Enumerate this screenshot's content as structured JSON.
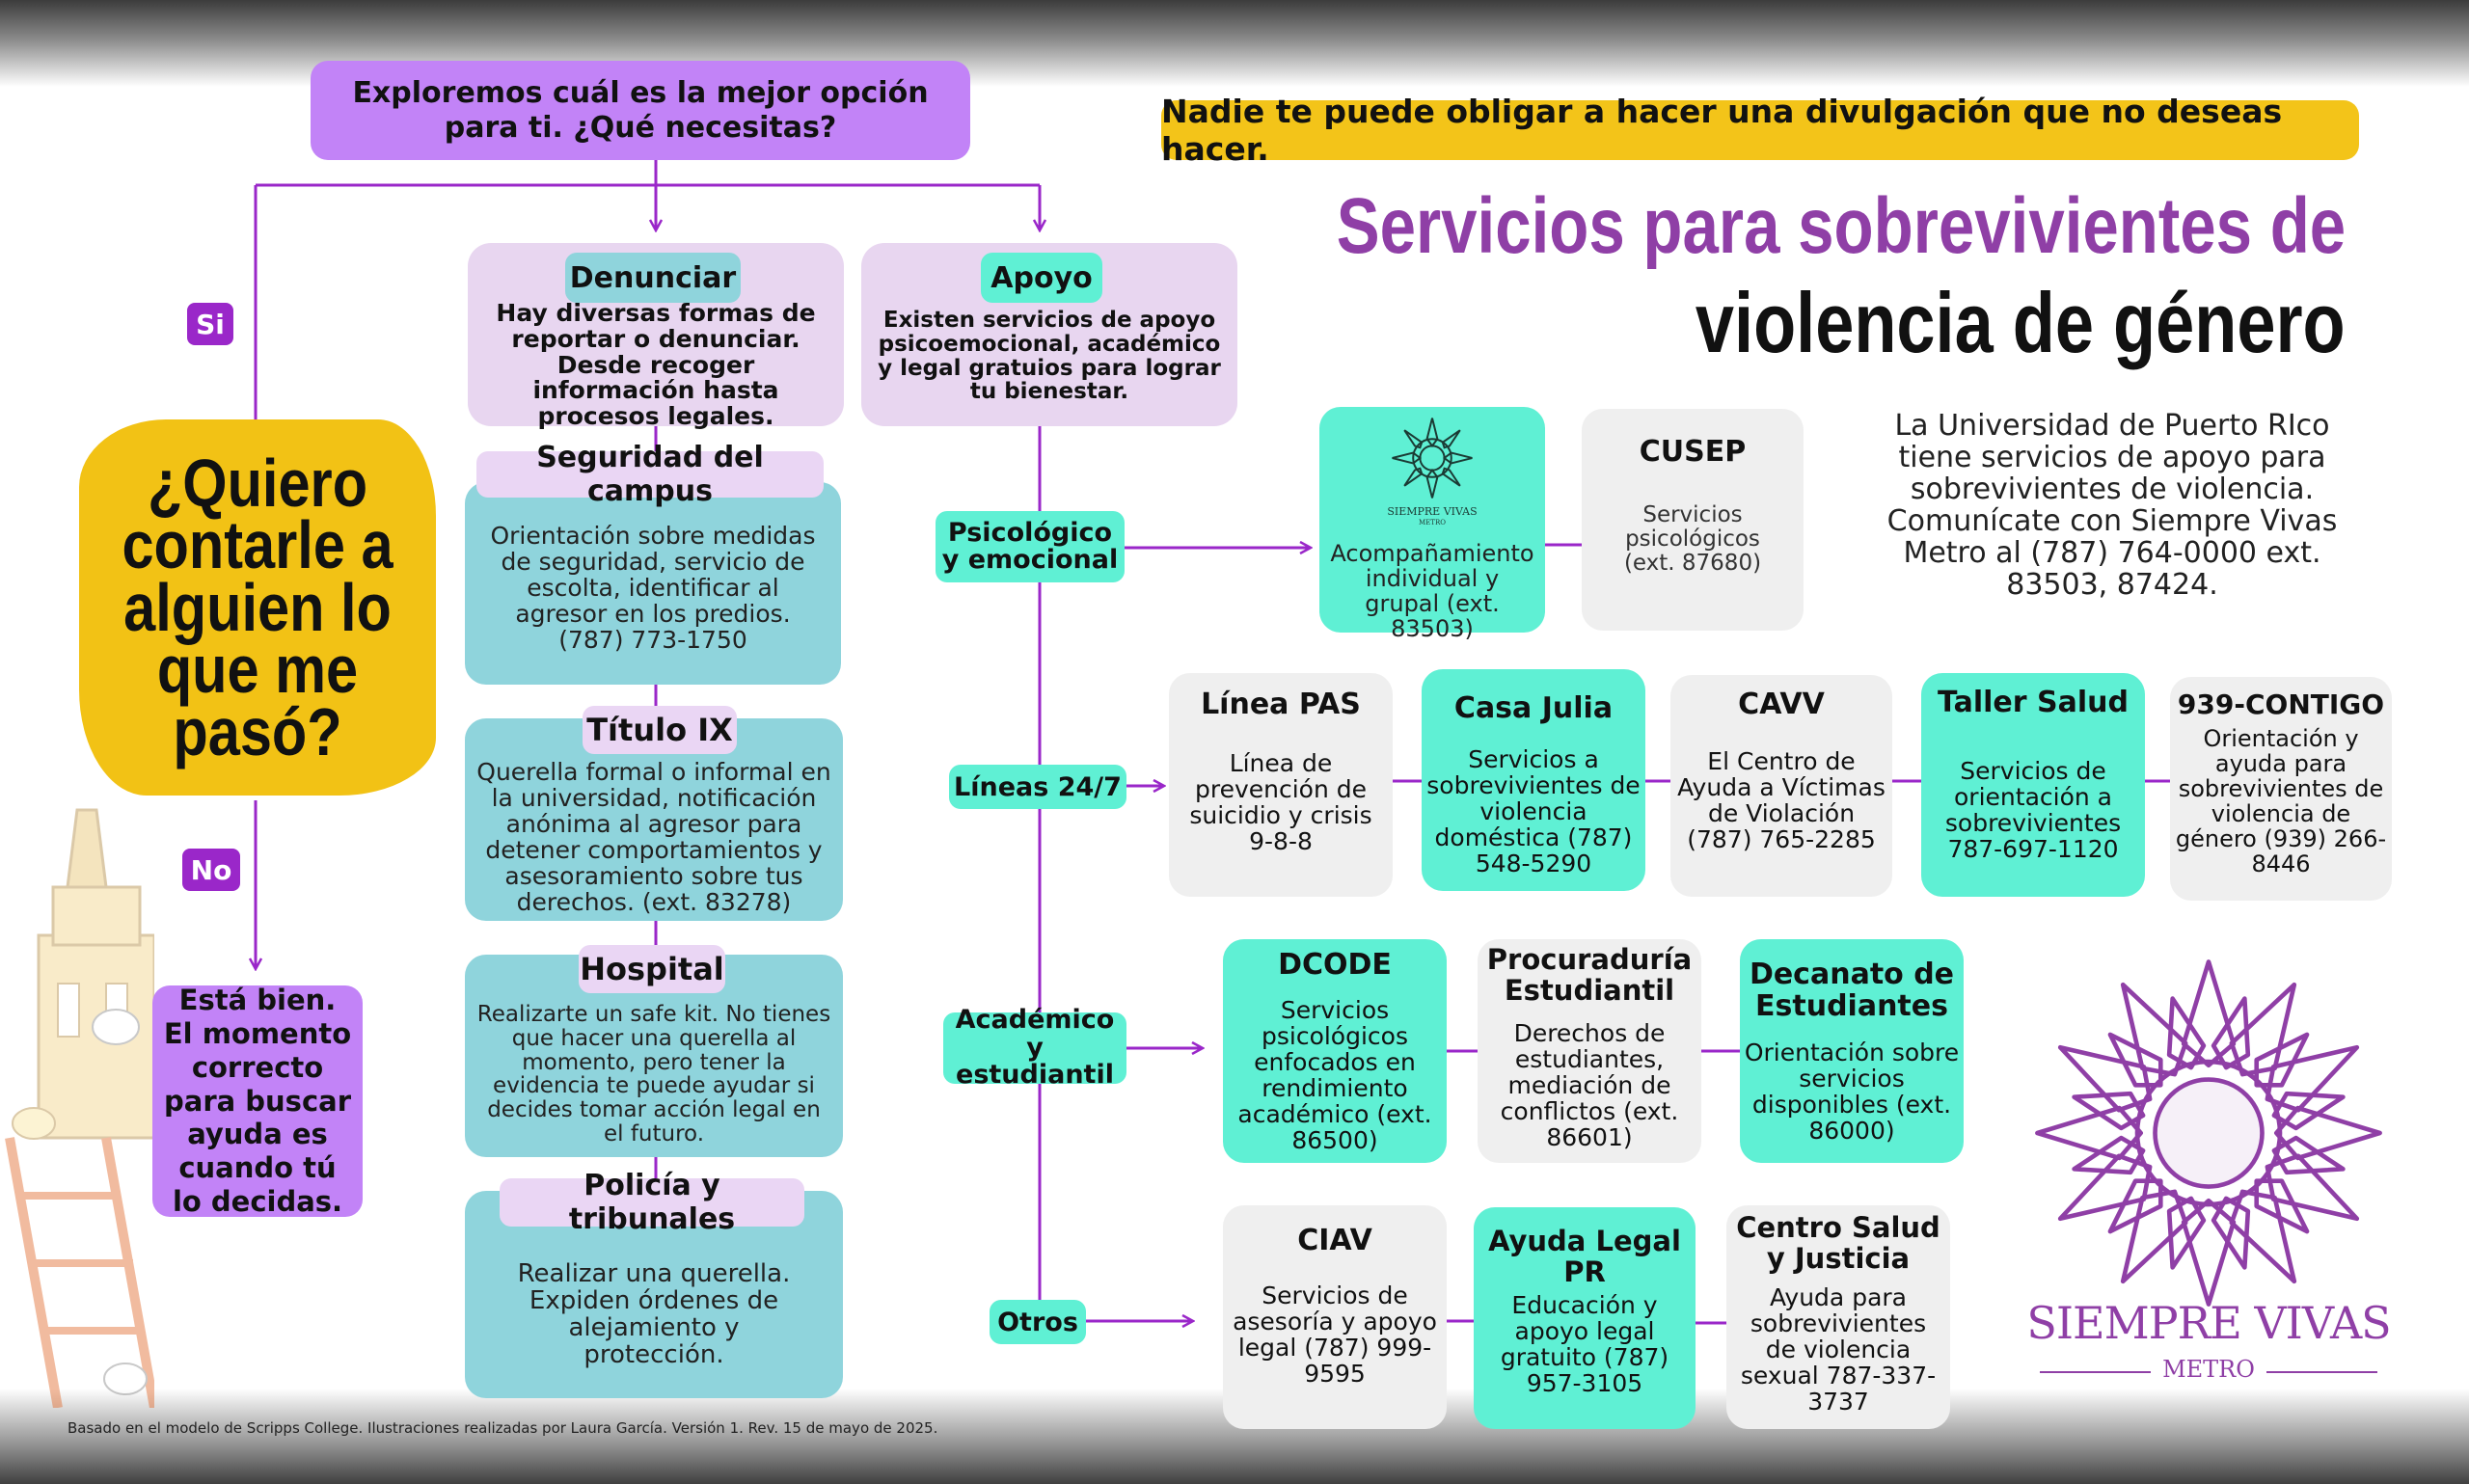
{
  "header": {
    "question_box": "Exploremos cuál es la mejor opción para ti. ¿Qué necesitas?",
    "banner": "Nadie te puede obligar a hacer una divulgación que no deseas hacer.",
    "title_line1": "Servicios para sobrevivientes de",
    "title_line2": "violencia de género"
  },
  "left": {
    "question": "¿Quiero contarle a alguien lo que me pasó?",
    "yes_tag": "Si",
    "no_tag": "No",
    "no_answer": "Está bien. El momento correcto para buscar ayuda es cuando tú lo decidas."
  },
  "denunciar": {
    "label": "Denunciar",
    "body": "Hay diversas formas de reportar o denunciar. Desde recoger información hasta procesos legales.",
    "items": [
      {
        "title": "Seguridad del campus",
        "body": "Orientación sobre medidas de seguridad, servicio de escolta, identificar al agresor en los predios. (787) 773-1750"
      },
      {
        "title": "Título IX",
        "body": "Querella formal o informal en la universidad, notificación anónima  al agresor para detener comportamientos y asesoramiento sobre tus derechos. (ext. 83278)"
      },
      {
        "title": "Hospital",
        "body": "Realizarte un safe kit. No tienes que hacer una querella al momento, pero tener la evidencia te puede ayudar si decides tomar acción legal en el futuro."
      },
      {
        "title": "Policía y tribunales",
        "body": "Realizar una querella. Expiden órdenes de alejamiento y protección."
      }
    ]
  },
  "apoyo": {
    "label": "Apoyo",
    "body": "Existen servicios de apoyo psicoemocional, académico y legal gratuios para lograr tu bienestar.",
    "categories": [
      "Psicológico y emocional",
      "Líneas 24/7",
      "Académico y estudiantil",
      "Otros"
    ]
  },
  "psicologico": [
    {
      "title": "",
      "logo_text": "SIEMPRE VIVAS",
      "logo_sub": "METRO",
      "body": "Acompañamiento individual y grupal (ext. 83503)"
    },
    {
      "title": "CUSEP",
      "body": "Servicios psicológicos (ext. 87680)"
    }
  ],
  "info_text": "La Universidad de Puerto RIco tiene servicios de apoyo para sobrevivientes de violencia. Comunícate con Siempre Vivas Metro al (787) 764-0000 ext. 83503, 87424.",
  "lineas": [
    {
      "title": "Línea PAS",
      "body": "Línea de prevención de suicidio y crisis 9-8-8"
    },
    {
      "title": "Casa Julia",
      "body": "Servicios a sobrevivientes de violencia doméstica (787) 548-5290"
    },
    {
      "title": "CAVV",
      "body": "El Centro de Ayuda a Víctimas de Violación (787) 765-2285"
    },
    {
      "title": "Taller Salud",
      "body": "Servicios de orientación a sobrevivientes 787-697-1120"
    },
    {
      "title": "939-CONTIGO",
      "body": "Orientación y ayuda para sobrevivientes de violencia de género (939) 266-8446"
    }
  ],
  "academico": [
    {
      "title": "DCODE",
      "body": "Servicios psicológicos enfocados en rendimiento académico (ext. 86500)"
    },
    {
      "title": "Procuraduría Estudiantil",
      "body": "Derechos de estudiantes, mediación de conflictos (ext. 86601)"
    },
    {
      "title": "Decanato de Estudiantes",
      "body": "Orientación sobre servicios disponibles (ext. 86000)"
    }
  ],
  "otros": [
    {
      "title": "CIAV",
      "body": "Servicios de asesoría y apoyo legal (787) 999-9595"
    },
    {
      "title": "Ayuda Legal PR",
      "body": "Educación y apoyo legal gratuito (787) 957-3105"
    },
    {
      "title": "Centro Salud y Justicia",
      "body": "Ayuda para sobrevivientes de violencia sexual 787-337-3737"
    }
  ],
  "logo": {
    "name": "SIEMPRE VIVAS",
    "sub": "METRO"
  },
  "footer": "Basado en el modelo de Scripps College. Ilustraciones realizadas por Laura García. Versión 1. Rev. 15 de mayo de 2025.",
  "colors": {
    "purple": "#8f3fa6",
    "line": "#9a27c9",
    "mint": "#5ff0d4",
    "teal": "#8fd4dc",
    "yellow": "#f3c419",
    "lavender": "#e8d6f0",
    "gray": "#efefef"
  }
}
